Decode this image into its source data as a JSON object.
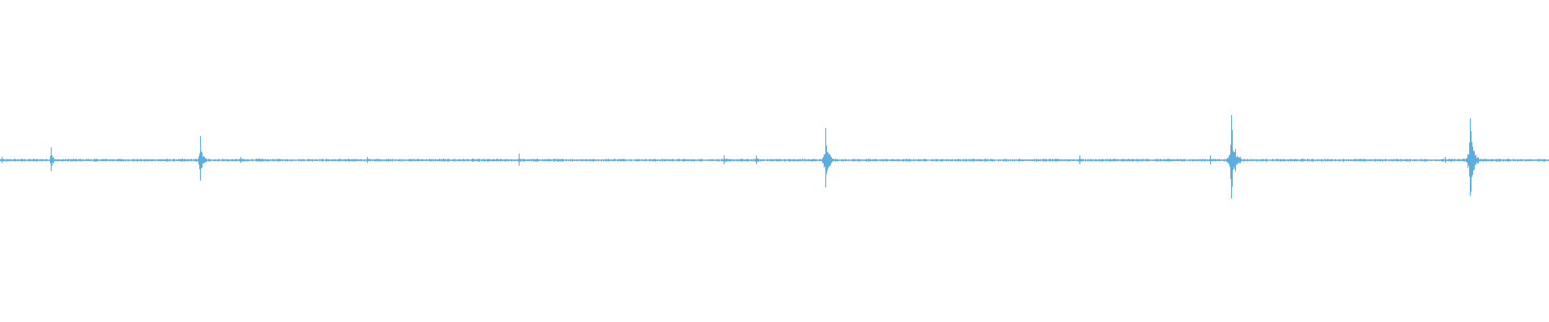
{
  "waveform": {
    "color": "#5aaee0",
    "background": "#ffffff",
    "baseline_amplitude": 0.01,
    "bursts": [
      {
        "t": 0.001,
        "amp": 0.02
      },
      {
        "t": 0.033,
        "amp": 0.08
      },
      {
        "t": 0.129,
        "amp": 0.15
      },
      {
        "t": 0.155,
        "amp": 0.02
      },
      {
        "t": 0.237,
        "amp": 0.02
      },
      {
        "t": 0.335,
        "amp": 0.04
      },
      {
        "t": 0.467,
        "amp": 0.03
      },
      {
        "t": 0.488,
        "amp": 0.03
      },
      {
        "t": 0.533,
        "amp": 0.2
      },
      {
        "t": 0.697,
        "amp": 0.03
      },
      {
        "t": 0.781,
        "amp": 0.03
      },
      {
        "t": 0.795,
        "amp": 0.28
      },
      {
        "t": 0.933,
        "amp": 0.02
      },
      {
        "t": 0.949,
        "amp": 0.26
      }
    ]
  }
}
